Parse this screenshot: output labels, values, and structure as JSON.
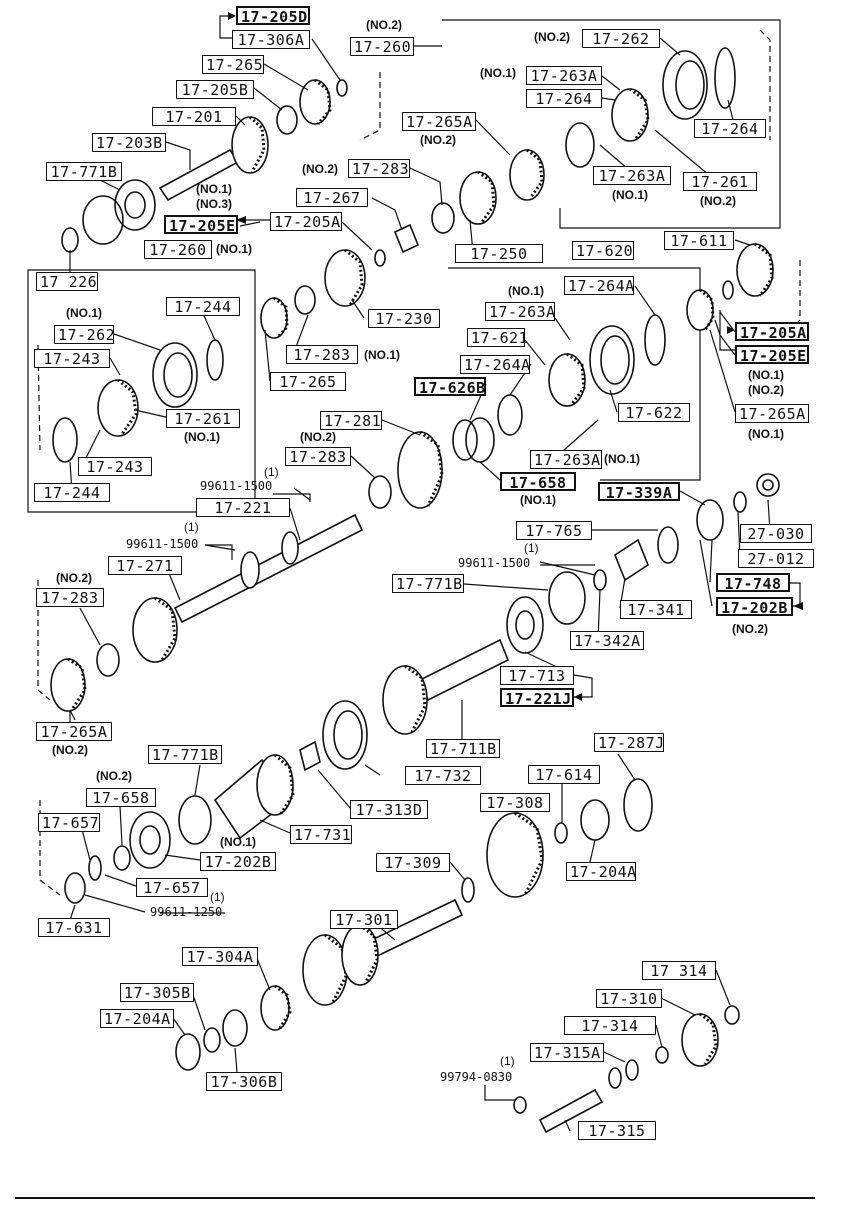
{
  "labels": {
    "l_205D": "17-205D",
    "l_306A": "17-306A",
    "l_260top": "17-260",
    "l_265top": "17-265",
    "l_205B": "17-205B",
    "l_201": "17-201",
    "l_203B": "17-203B",
    "l_771Btop": "17-771B",
    "l_205E_top": "17-205E",
    "l_205A_top": "17-205A",
    "l_267": "17-267",
    "l_283_mid": "17-283",
    "l_265A_top": "17-265A",
    "l_262_top": "17-262",
    "l_263A_top": "17-263A",
    "l_264_a": "17-264",
    "l_264_b": "17-264",
    "l_263A_b": "17-263A",
    "l_261_top": "17-261",
    "l_250": "17-250",
    "l_226": "17 226",
    "l_260_left": "17-260",
    "l_262_left": "17-262",
    "l_243_a": "17-243",
    "l_244_a": "17-244",
    "l_261_left": "17-261",
    "l_243_b": "17-243",
    "l_244_b": "17-244",
    "l_230": "17-230",
    "l_283_b": "17-283",
    "l_265_mid": "17-265",
    "l_620": "17-620",
    "l_611": "17-611",
    "l_264A_a": "17-264A",
    "l_263A_c": "17-263A",
    "l_621": "17-621",
    "l_264A_b": "17-264A",
    "l_626B": "17-626B",
    "l_622": "17-622",
    "l_263A_d": "17-263A",
    "l_658_mid": "17-658",
    "l_205A_r": "17-205A",
    "l_205E_r": "17-205E",
    "l_265A_r": "17-265A",
    "l_281": "17-281",
    "l_283_c": "17-283",
    "l_221": "17-221",
    "l_271": "17-271",
    "l_283_d": "17-283",
    "l_339A": "17-339A",
    "l_030": "27-030",
    "l_765": "17-765",
    "l_012": "27-012",
    "l_771B_mid": "17-771B",
    "l_748": "17-748",
    "l_202B_r": "17-202B",
    "l_341": "17-341",
    "l_342A": "17-342A",
    "l_713": "17-713",
    "l_221J": "17-221J",
    "l_265A_low": "17-265A",
    "l_711B": "17-711B",
    "l_771B_low": "17-771B",
    "l_287J": "17-287J",
    "l_658_low": "17-658",
    "l_614": "17-614",
    "l_732": "17-732",
    "l_657_a": "17-657",
    "l_308": "17-308",
    "l_313D": "17-313D",
    "l_731": "17-731",
    "l_202B_low": "17-202B",
    "l_204A_r": "17-204A",
    "l_657_b": "17-657",
    "l_309": "17-309",
    "l_631": "17-631",
    "l_301": "17-301",
    "l_304A": "17-304A",
    "l_305B": "17-305B",
    "l_204A_l": "17-204A",
    "l_306B": "17-306B",
    "l_314_a": "17 314",
    "l_310": "17-310",
    "l_314_b": "17-314",
    "l_315A": "17-315A",
    "l_315": "17-315"
  },
  "notes": {
    "n_no2_260": "(NO.2)",
    "n_no2_262": "(NO.2)",
    "n_no1_263A": "(NO.1)",
    "n_no2_265A": "(NO.2)",
    "n_no2_283": "(NO.2)",
    "n_no1_205E": "(NO.1)",
    "n_no3_205E": "(NO.3)",
    "n_no1_263Ab": "(NO.1)",
    "n_no2_261": "(NO.2)",
    "n_no1_260": "(NO.1)",
    "n_no1_262": "(NO.1)",
    "n_no1_261": "(NO.1)",
    "n_no1_283b": "(NO.1)",
    "n_no1_264A": "(NO.1)",
    "n_no1_205Er_1": "(NO.1)",
    "n_no1_205Er_2": "(NO.2)",
    "n_no1_265Ar": "(NO.1)",
    "n_no2_281": "(NO.2)",
    "n_no1_263Ad": "(NO.1)",
    "n_no1_658": "(NO.1)",
    "n_1_a": "(1)",
    "n_1_b": "(1)",
    "n_no2_271": "(NO.2)",
    "n_1_c": "(1)",
    "n_no2_202B": "(NO.2)",
    "n_no2_265Alow": "(NO.2)",
    "n_no2_658low": "(NO.2)",
    "n_no1_202Blow": "(NO.1)",
    "n_1_d": "(1)",
    "n_1_e": "(1)"
  },
  "part_numbers": {
    "p_99611_a": "99611-1500",
    "p_99611_b": "99611-1500",
    "p_99611_c": "99611-1500",
    "p_99611_1250": "99611-1250",
    "p_99794": "99794-0830"
  }
}
